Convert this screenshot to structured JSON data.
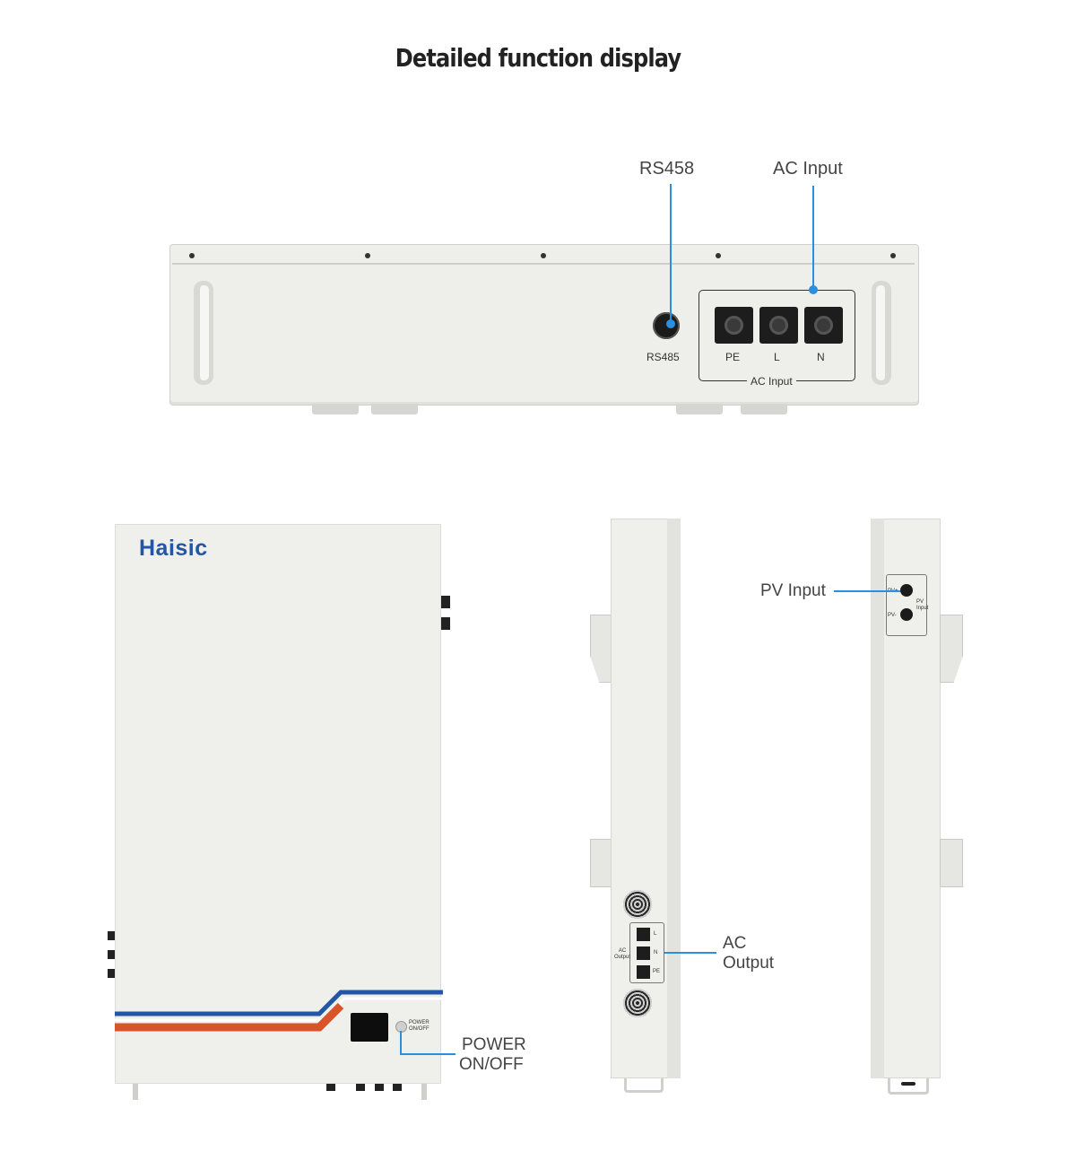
{
  "page": {
    "title": "Detailed function display"
  },
  "top_unit": {
    "callouts": {
      "rs_label": "RS458",
      "ac_label": "AC Input"
    },
    "panel_labels": {
      "rs485": "RS485",
      "pe": "PE",
      "l": "L",
      "n": "N",
      "group": "AC Input"
    }
  },
  "front_unit": {
    "brand": "Haisic",
    "switch_label": "POWER ON/OFF",
    "callout_line1": "POWER",
    "callout_line2": "ON/OFF"
  },
  "side_left": {
    "port_l": "L",
    "port_n": "N",
    "port_pe": "PE",
    "group_label": "AC Output",
    "callout_line1": "AC",
    "callout_line2": "Output"
  },
  "side_right": {
    "pv_plus": "PV+",
    "pv_minus": "PV-",
    "group_label": "PV Input",
    "callout": "PV Input"
  },
  "colors": {
    "accent_blue": "#2a8fe0",
    "stripe_red": "#d9532b",
    "stripe_blue": "#2456a6",
    "device_body": "#efefeb"
  }
}
